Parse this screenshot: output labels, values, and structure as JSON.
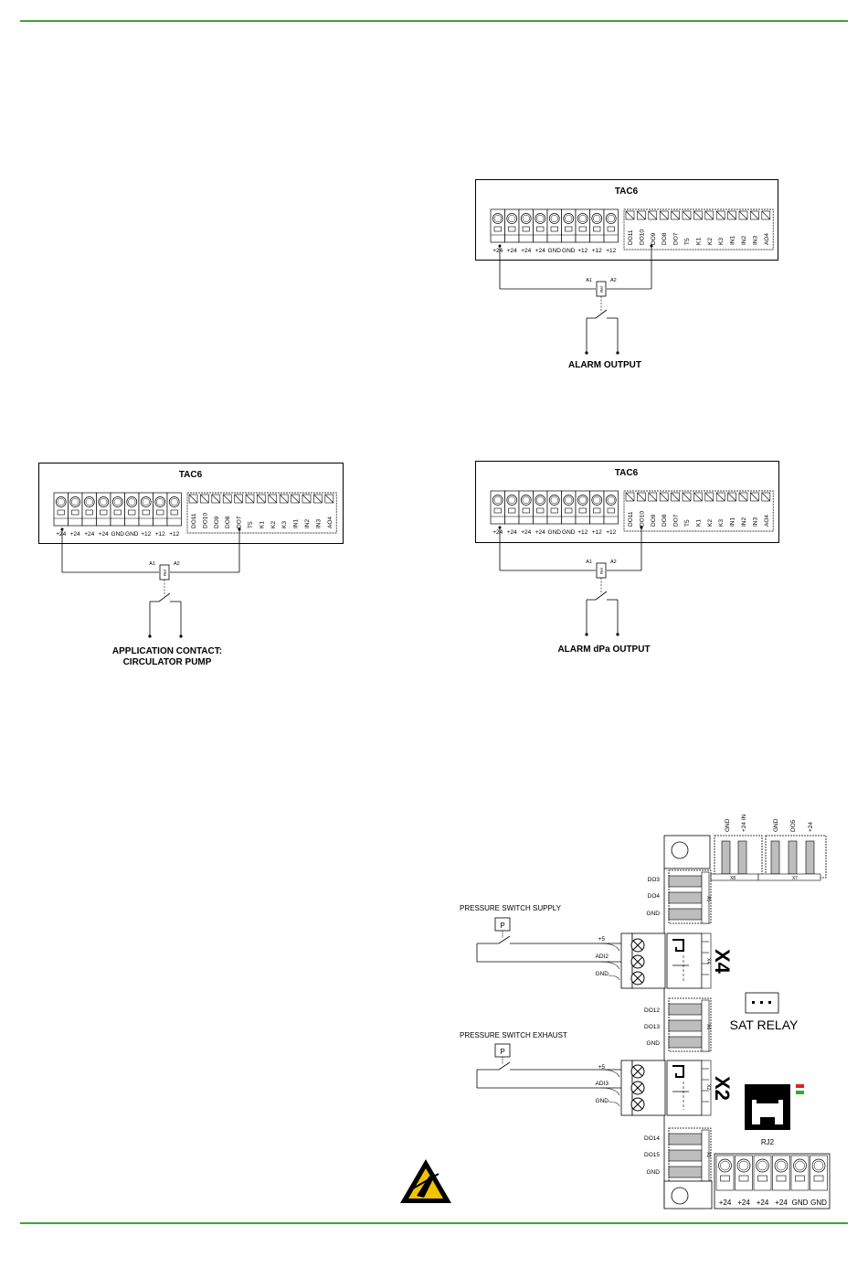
{
  "colors": {
    "rule": "#3aa53a",
    "led_red": "#e32020",
    "led_green": "#29b329",
    "esd": "#f2c300",
    "grey": "#bdbdbd"
  },
  "terminal": {
    "title": "TAC6",
    "left_labels": [
      "+24",
      "+24",
      "+24",
      "+24",
      "GND",
      "GND",
      "+12",
      "+12",
      "+12"
    ],
    "right_labels": [
      "DO11",
      "DO10",
      "DO9",
      "DO8",
      "DO7",
      "T5",
      "K1",
      "K2",
      "K3",
      "IN1",
      "IN2",
      "IN3",
      "AO4"
    ],
    "relay_a1": "A1",
    "relay_a2": "A2",
    "relay_text": "Rel"
  },
  "diagrams": {
    "alarm": {
      "caption": "ALARM OUTPUT"
    },
    "application": {
      "caption_1": "APPLICATION CONTACT:",
      "caption_2": "CIRCULATOR PUMP"
    },
    "alarm_dpa": {
      "caption": "ALARM dPa OUTPUT"
    }
  },
  "board": {
    "x8_labels": [
      "GND",
      "+24 IN"
    ],
    "x7_labels": [
      "GND",
      "DO5",
      "+24"
    ],
    "x8_name": "X8",
    "x7_name": "X7",
    "top_rows": [
      "DO3",
      "DO4",
      "GND"
    ],
    "top_conn": "X5",
    "supply_title": "PRESSURE SWITCH SUPPLY",
    "supply_pins": [
      "+5",
      "ADI2",
      "GND"
    ],
    "x4_name": "X4",
    "x4_small": "X4",
    "sat_relay": "SAT RELAY",
    "mid_rows": [
      "DO12",
      "DO13",
      "GND"
    ],
    "mid_conn": "X6",
    "exhaust_title": "PRESSURE SWITCH EXHAUST",
    "exhaust_pins": [
      "+5",
      "ADI3",
      "GND"
    ],
    "x2_name": "X2",
    "x2_small": "X2",
    "rj_label": "RJ2",
    "bot_rows": [
      "DO14",
      "DO15",
      "GND"
    ],
    "bot_conn": "X1",
    "bottom_labels": [
      "+24",
      "+24",
      "+24",
      "+24",
      "GND",
      "GND"
    ],
    "p_symbol": "P"
  }
}
